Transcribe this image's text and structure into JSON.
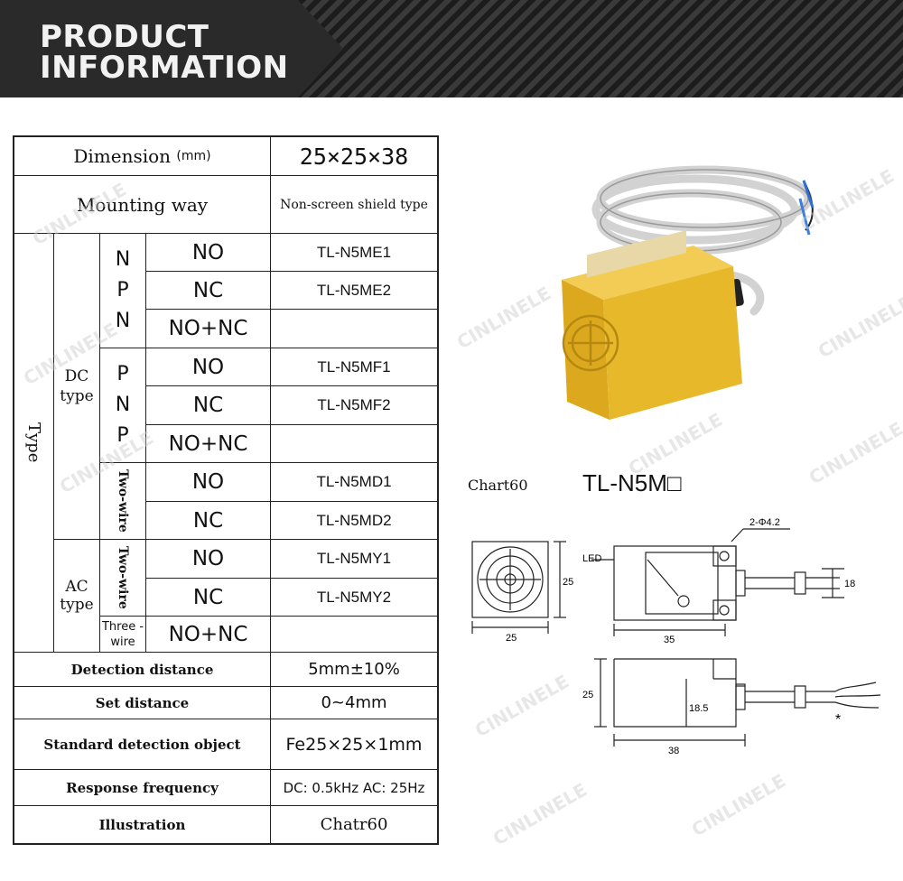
{
  "banner": {
    "line1": "PRODUCT",
    "line2": "INFORMATION"
  },
  "table": {
    "dimension": {
      "label": "Dimension",
      "unit": "(mm)",
      "value": "25×25×38"
    },
    "mounting": {
      "label": "Mounting way",
      "value": "Non-screen shield type"
    },
    "type_label": "Type",
    "dc_type": "DC type",
    "ac_type": "AC type",
    "npn_letters": "NPN",
    "pnp_letters": "PNP",
    "two_wire": "Two-wire",
    "three_wire": "Three -wire",
    "rows": [
      {
        "contact": "NO",
        "model": "TL-N5ME1"
      },
      {
        "contact": "NC",
        "model": "TL-N5ME2"
      },
      {
        "contact": "NO+NC",
        "model": ""
      },
      {
        "contact": "NO",
        "model": "TL-N5MF1"
      },
      {
        "contact": "NC",
        "model": "TL-N5MF2"
      },
      {
        "contact": "NO+NC",
        "model": ""
      },
      {
        "contact": "NO",
        "model": "TL-N5MD1"
      },
      {
        "contact": "NC",
        "model": "TL-N5MD2"
      },
      {
        "contact": "NO",
        "model": "TL-N5MY1"
      },
      {
        "contact": "NC",
        "model": "TL-N5MY2"
      },
      {
        "contact": "NO+NC",
        "model": ""
      }
    ],
    "detection_distance": {
      "label": "Detection distance",
      "value": "5mm±10%"
    },
    "set_distance": {
      "label": "Set distance",
      "value": "0~4mm"
    },
    "standard_object": {
      "label": "Standard detection object",
      "value": "Fe25×25×1mm"
    },
    "response_frequency": {
      "label": "Response frequency",
      "value": "DC: 0.5kHz  AC: 25Hz"
    },
    "illustration": {
      "label": "Illustration",
      "value": "Chatr60"
    }
  },
  "right": {
    "chart_label": "Chart60",
    "model_code": "TL-N5M□",
    "dims": {
      "hole": "2-Φ4.2",
      "led": "LED",
      "w25a": "25",
      "w25b": "25",
      "d35": "35",
      "d18": "18",
      "h25": "25",
      "h185": "18.5",
      "l38": "38",
      "star": "*"
    }
  },
  "watermark": "CINLINELE",
  "colors": {
    "sensor_body": "#e0b321",
    "cable": "#d4d4d4",
    "banner_dark": "#2a2a2a"
  }
}
